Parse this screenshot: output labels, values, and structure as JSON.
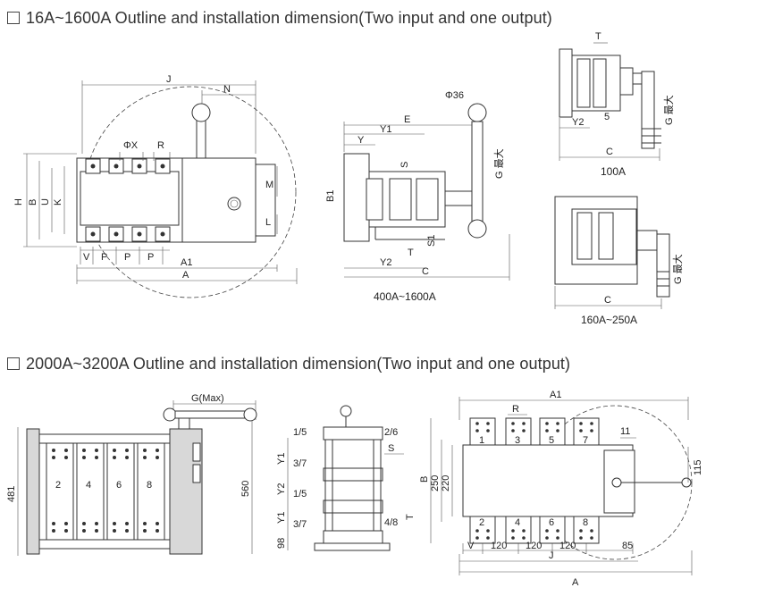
{
  "section1": {
    "title": "16A~1600A Outline and installation dimension(Two input and one output)",
    "front_view": {
      "labels": {
        "J": "J",
        "N": "N",
        "phiX": "ΦX",
        "R": "R",
        "H": "H",
        "B": "B",
        "U": "U",
        "K": "K",
        "M": "M",
        "L": "L",
        "V": "V",
        "P": "P",
        "A1": "A1",
        "A": "A"
      }
    },
    "side_view": {
      "caption": "400A~1600A",
      "labels": {
        "phi36": "Φ36",
        "E": "E",
        "Y1": "Y1",
        "Y": "Y",
        "S": "S",
        "G": "G 最大",
        "B1": "B1",
        "T": "T",
        "S1": "S1",
        "Y2": "Y2",
        "C": "C"
      }
    },
    "view_100a": {
      "caption": "100A",
      "labels": {
        "T": "T",
        "Y2": "Y2",
        "five": "5",
        "G": "G 最大",
        "C": "C"
      }
    },
    "view_160a": {
      "caption": "160A~250A",
      "labels": {
        "G": "G 最大",
        "C": "C"
      }
    }
  },
  "section2": {
    "title": "2000A~3200A Outline and installation dimension(Two input and one output)",
    "front_view": {
      "labels": {
        "G": "G(Max)",
        "d481": "481",
        "d560": "560"
      },
      "poles": [
        "2",
        "4",
        "6",
        "8"
      ]
    },
    "side_view": {
      "labels": {
        "a": "1/5",
        "b": "2/6",
        "Y1a": "Y1",
        "S": "S",
        "c": "3/7",
        "Y2": "Y2",
        "d": "1/5",
        "Y1b": "Y1",
        "e": "3/7",
        "f": "4/8",
        "T": "T",
        "d98": "98"
      }
    },
    "top_view": {
      "labels": {
        "A1": "A1",
        "R": "R",
        "d11": "11",
        "d115": "115",
        "B": "B",
        "d250": "250",
        "d220": "220",
        "V": "V",
        "d120a": "120",
        "d120b": "120",
        "d120c": "120",
        "d85": "85",
        "J": "J",
        "A": "A"
      },
      "top_poles": [
        "1",
        "3",
        "5",
        "7"
      ],
      "bottom_poles": [
        "2",
        "4",
        "6",
        "8"
      ]
    }
  }
}
